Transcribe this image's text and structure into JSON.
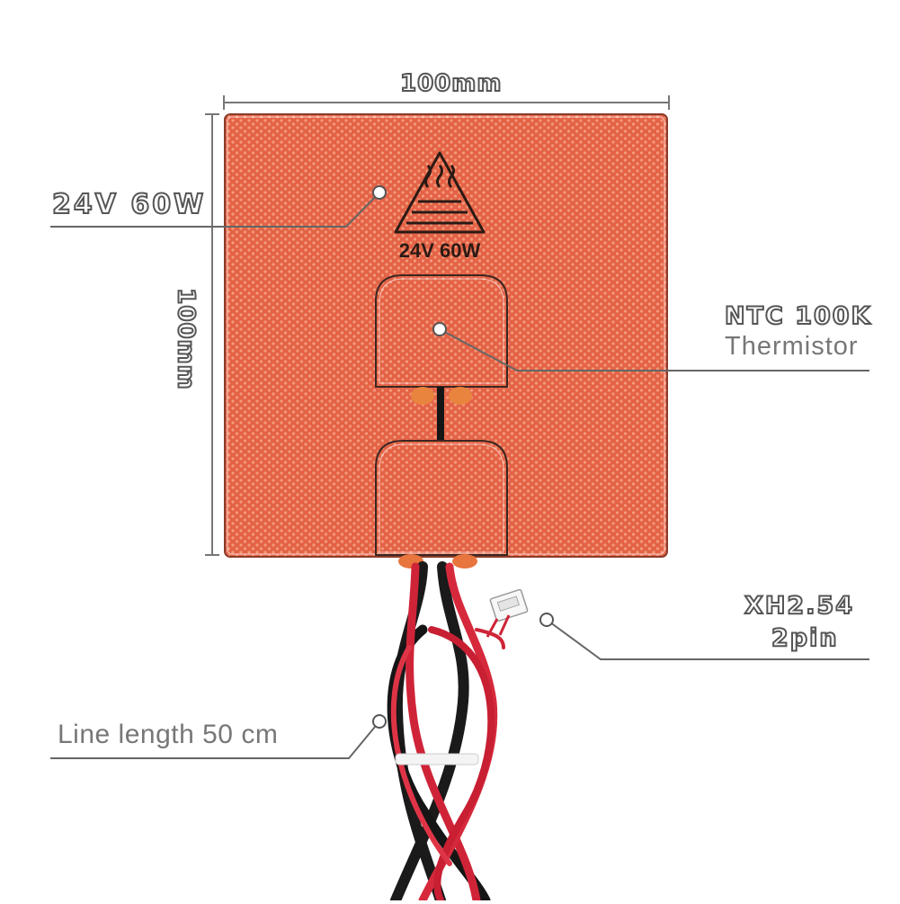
{
  "dimensions": {
    "width_label": "100mm",
    "height_label": "100mm"
  },
  "pad": {
    "marking": "24V 60W",
    "color": "#e6674d"
  },
  "callouts": {
    "power": "24V 60W",
    "sensor_line1": "NTC 100K",
    "sensor_line2": "Thermistor",
    "connector_line1": "XH2.54",
    "connector_line2": "2pin",
    "cable": "Line length 50 cm"
  },
  "icons": {
    "heat_warning": "heat-warning-triangle-icon"
  }
}
